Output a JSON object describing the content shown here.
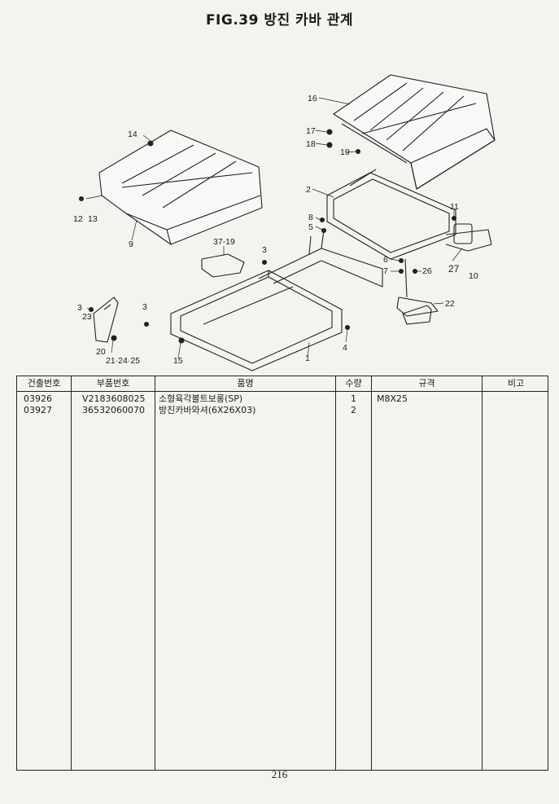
{
  "page_title": "FIG.39 방진 카바 관계",
  "callouts": {
    "c16": "16",
    "c17": "17",
    "c18": "18",
    "c19a": "19",
    "c14": "14",
    "c2": "2",
    "c12": "12",
    "c13": "13",
    "c9": "9",
    "c8": "8",
    "c5": "5",
    "c11": "11",
    "c37_19": "37-19",
    "c3a": "3",
    "c6": "6",
    "c7": "7",
    "c26": "26",
    "c27": "27",
    "c10": "10",
    "c3b": "3",
    "c23": "23",
    "c3c": "3",
    "c22": "22",
    "c4": "4",
    "c1": "1",
    "c20": "20",
    "c21_24_25": "21·24·25",
    "c15": "15"
  },
  "table": {
    "headers": {
      "assy_no": "건출번호",
      "part_no": "부품번호",
      "part_name": "품명",
      "qty": "수량",
      "spec": "규격",
      "remarks": "비고"
    },
    "rows": [
      {
        "assy_no": "03926",
        "part_no": "V2183608025",
        "part_name": "소형육각볼트보롱(SP)",
        "qty": "1",
        "spec": "M8X25",
        "remarks": ""
      },
      {
        "assy_no": "03927",
        "part_no": "36532060070",
        "part_name": "방진카바와셔(6X26X03)",
        "qty": "2",
        "spec": "",
        "remarks": ""
      }
    ]
  },
  "page_number": "216"
}
